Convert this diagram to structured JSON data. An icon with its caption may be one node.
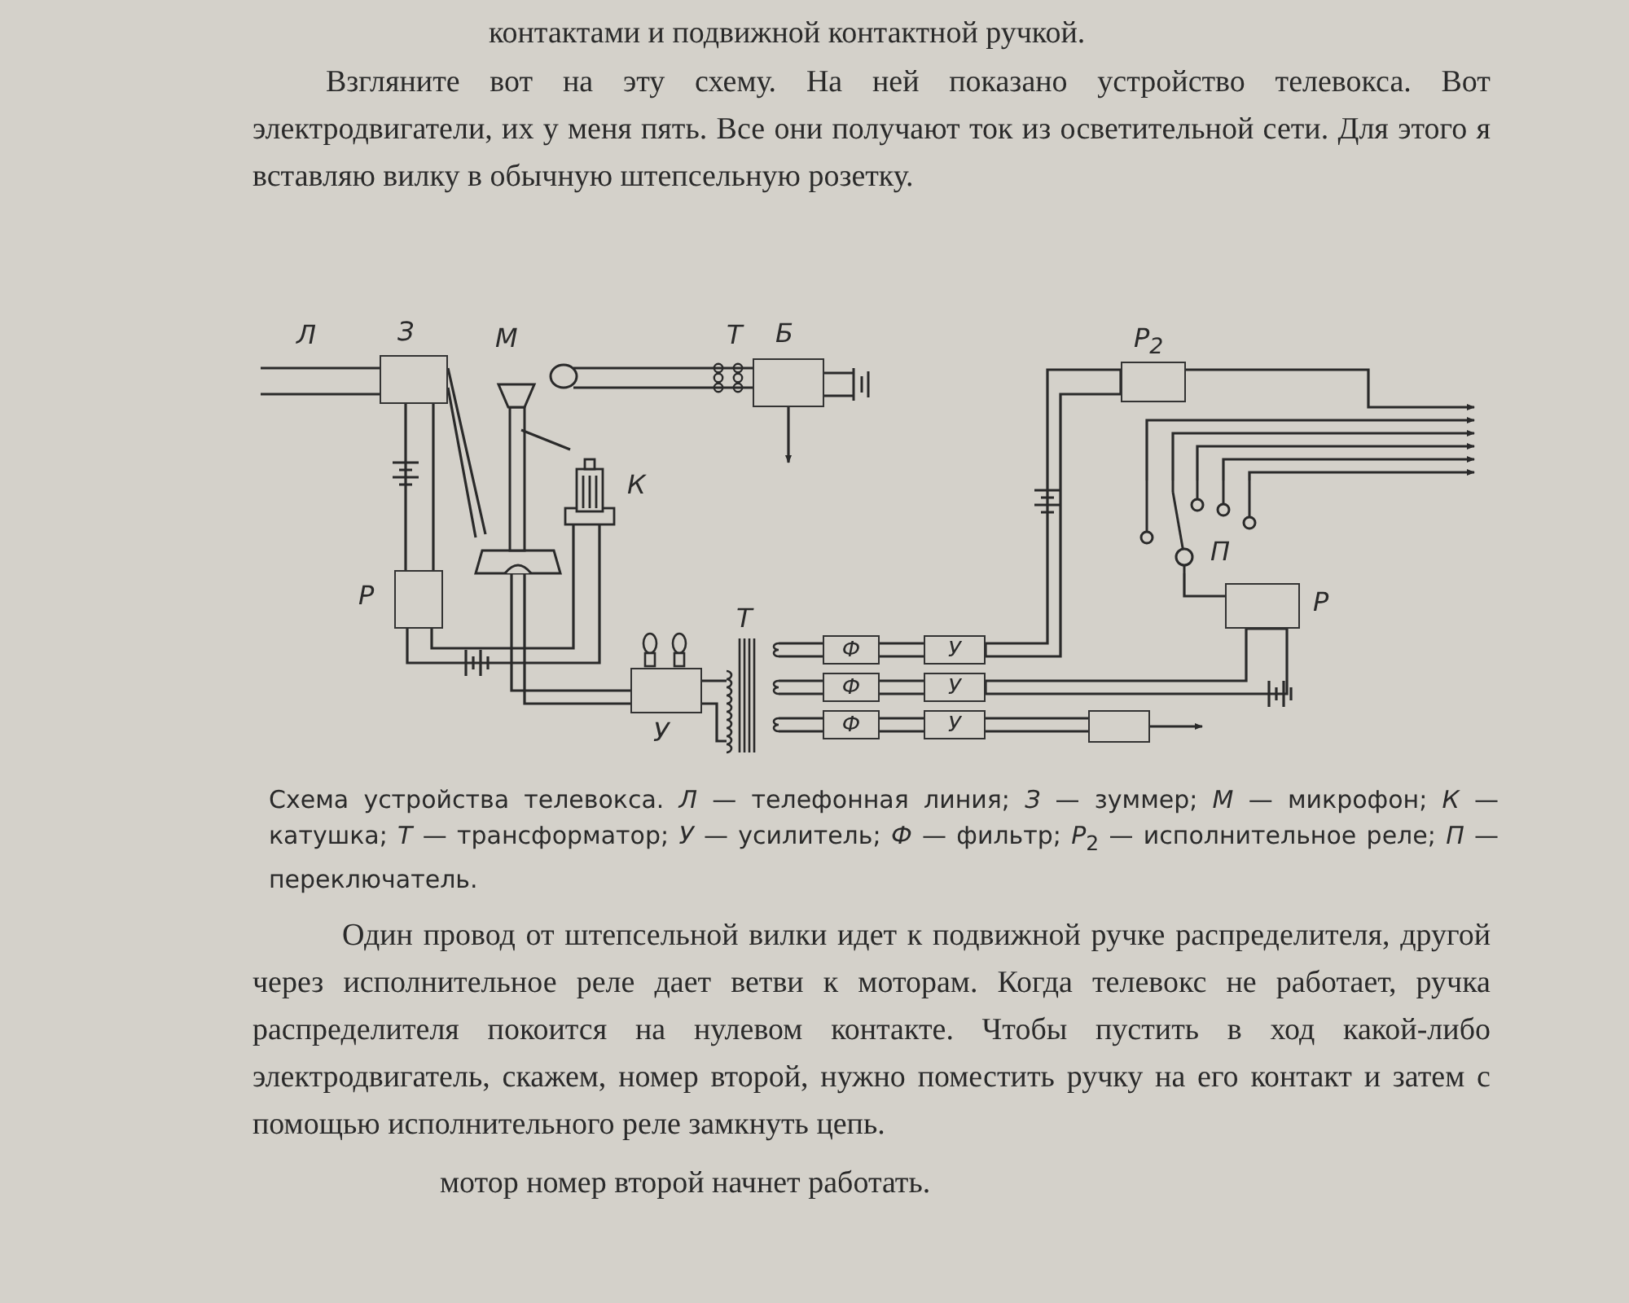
{
  "diagram": {
    "caption": "Схема устройства телевокса. *Л* — телефонная линия; *З* — зуммер; *М* — микрофон; *К* — катушка; *Т* — трансформатор; *У* — усилитель; *Ф* — фильтр; *Р*$_{2}$ — исполнительное реле; *П* — переключатель.",
    "nodes": [
      {
        "text": [
          "З"
        ]
      },
      {
        "text": [
          "М"
        ]
      },
      {
        "text": [
          "Б"
        ]
      },
      {
        "text": [
          "К"
        ]
      },
      {
        "text": [
          "Р"
        ]
      },
      {
        "text": [
          "У"
        ]
      },
      {
        "text": [
          "Т"
        ]
      },
      {
        "text": [
          "Ф"
        ]
      },
      {
        "text": [
          "Ф"
        ]
      },
      {
        "text": [
          "Ф"
        ]
      },
      {
        "text": [
          "У"
        ]
      },
      {
        "text": [
          "У"
        ]
      },
      {
        "text": [
          "У"
        ]
      },
      {
        "text": [
          "Р$_{2}$"
        ]
      },
      {
        "text": [
          "П"
        ]
      },
      {
        "text": [
          "Р"
        ]
      },
      {
        "text": [],
        "shape": "box"
      }
    ],
    "edges": [
      {
        "from": null,
        "to": 0,
        "arrow": "none"
      },
      {
        "from": 0,
        "to": 4,
        "arrow": "none"
      },
      {
        "from": 0,
        "to": 1,
        "arrow": "none"
      },
      {
        "from": 1,
        "to": 2,
        "arrow": "none"
      },
      {
        "from": 2,
        "to": null,
        "arrow": "to"
      },
      {
        "from": 4,
        "to": 3,
        "arrow": "none"
      },
      {
        "from": 1,
        "to": 5,
        "arrow": "none"
      },
      {
        "from": 5,
        "to": 6,
        "arrow": "none"
      },
      {
        "from": 6,
        "to": 7,
        "arrow": "none"
      },
      {
        "from": 6,
        "to": 8,
        "arrow": "none"
      },
      {
        "from": 6,
        "to": 9,
        "arrow": "none"
      },
      {
        "from": 7,
        "to": 10,
        "arrow": "none"
      },
      {
        "from": 8,
        "to": 11,
        "arrow": "none"
      },
      {
        "from": 9,
        "to": 12,
        "arrow": "none"
      },
      {
        "from": 10,
        "to": 13,
        "arrow": "none"
      },
      {
        "from": 11,
        "to": 15,
        "arrow": "none"
      },
      {
        "from": 12,
        "to": 16,
        "arrow": "none"
      },
      {
        "from": 16,
        "to": null,
        "arrow": "to"
      },
      {
        "from": 13,
        "to": null,
        "arrow": "to"
      },
      {
        "from": 14,
        "to": null,
        "arrow": "to"
      },
      {
        "from": 14,
        "to": null,
        "arrow": "to"
      },
      {
        "from": 14,
        "to": null,
        "arrow": "to"
      },
      {
        "from": 14,
        "to": null,
        "arrow": "to"
      },
      {
        "from": 14,
        "to": null,
        "arrow": "to"
      },
      {
        "from": 15,
        "to": 14,
        "arrow": "none"
      }
    ],
    "labels": [
      "контактами и подвижной контактной ручкой.",
      "Взгляните вот на эту схему. На ней показано устройство телевокса. Вот электродвигатели, их у меня пять. Все они получают ток из осветительной сети. Для этого я вставляю вилку в обычную штепсельную розетку.",
      "Л",
      "Т",
      "Один провод от штепсельной вилки идет к подвижной ручке распределителя, другой через исполнительное реле дает ветви к моторам. Когда телевокс не работает, ручка распределителя покоится на нулевом контакте. Чтобы пустить в ход какой-либо электродвигатель, скажем, номер второй, нужно поместить ручку на его контакт и затем с помощью исполнительного реле замкнуть цепь.",
      "мотор номер второй начнет работать."
    ]
  }
}
